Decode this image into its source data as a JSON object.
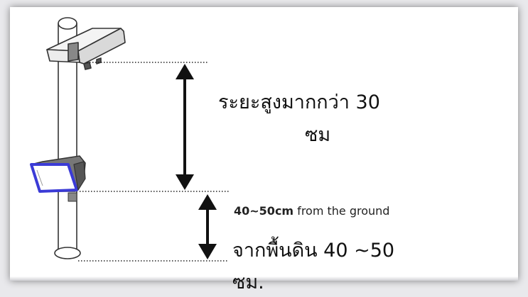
{
  "annotations": {
    "upper_distance_line1": "ระยะสูงมากกว่า 30",
    "upper_distance_line2": "ซม",
    "caption_value": "40~50cm",
    "caption_text": " from the ground",
    "lower_distance_line1": "จากพื้นดิน  40 ~50",
    "lower_distance_line2": "ซม."
  },
  "colors": {
    "outline": "#333333",
    "arrow": "#111111",
    "light_frame": "#3b3bd6",
    "light_body": "#555555"
  },
  "icons": {
    "pole": "pole-icon",
    "camera": "camera-icon",
    "floodlight": "floodlight-icon"
  }
}
